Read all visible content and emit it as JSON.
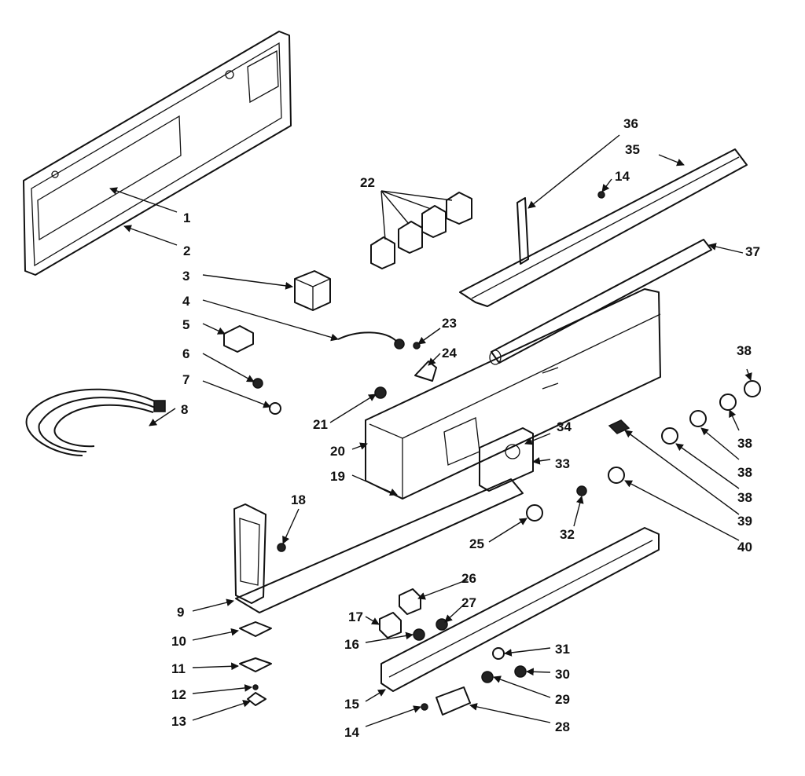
{
  "diagram": {
    "labels": [
      "1",
      "2",
      "3",
      "4",
      "5",
      "6",
      "7",
      "8",
      "9",
      "10",
      "11",
      "12",
      "13",
      "14",
      "15",
      "16",
      "17",
      "18",
      "19",
      "20",
      "21",
      "22",
      "23",
      "24",
      "25",
      "26",
      "27",
      "28",
      "29",
      "30",
      "31",
      "32",
      "33",
      "34",
      "35",
      "36",
      "37",
      "38",
      "39",
      "40"
    ],
    "colors": {
      "ink": "#111111",
      "paper": "#ffffff"
    }
  }
}
